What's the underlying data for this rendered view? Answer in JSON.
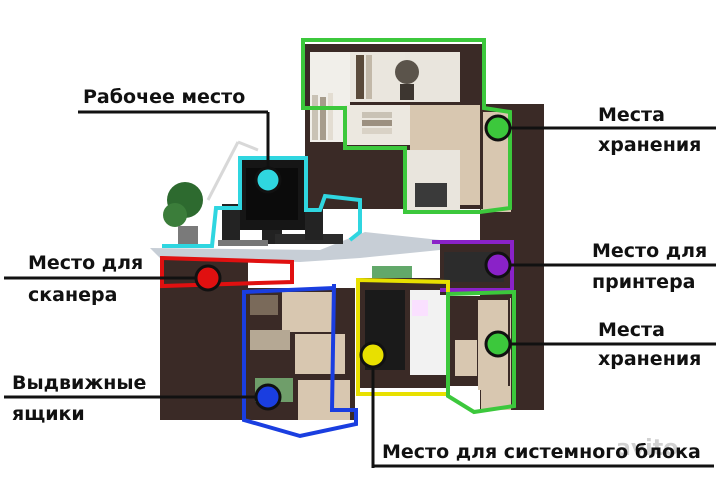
{
  "labels": {
    "workspace": "Рабочее место",
    "storage_top_line1": "Места",
    "storage_top_line2": "хранения",
    "scanner_line1": "Место для",
    "scanner_line2": "сканера",
    "printer_line1": "Место для",
    "printer_line2": "принтера",
    "storage_bottom_line1": "Места",
    "storage_bottom_line2": "хранения",
    "drawers_line1": "Выдвижные",
    "drawers_line2": "ящики",
    "system_unit": "Место для системного блока"
  },
  "watermark": "avito",
  "colors": {
    "workspace": "#2fd6e0",
    "storage": "#3cc83c",
    "scanner": "#e01010",
    "printer": "#8a22c8",
    "drawers": "#1a3ee0",
    "system_unit": "#e8e000",
    "wood_dark": "#3a2a26",
    "wood_light": "#d8c7b0"
  }
}
